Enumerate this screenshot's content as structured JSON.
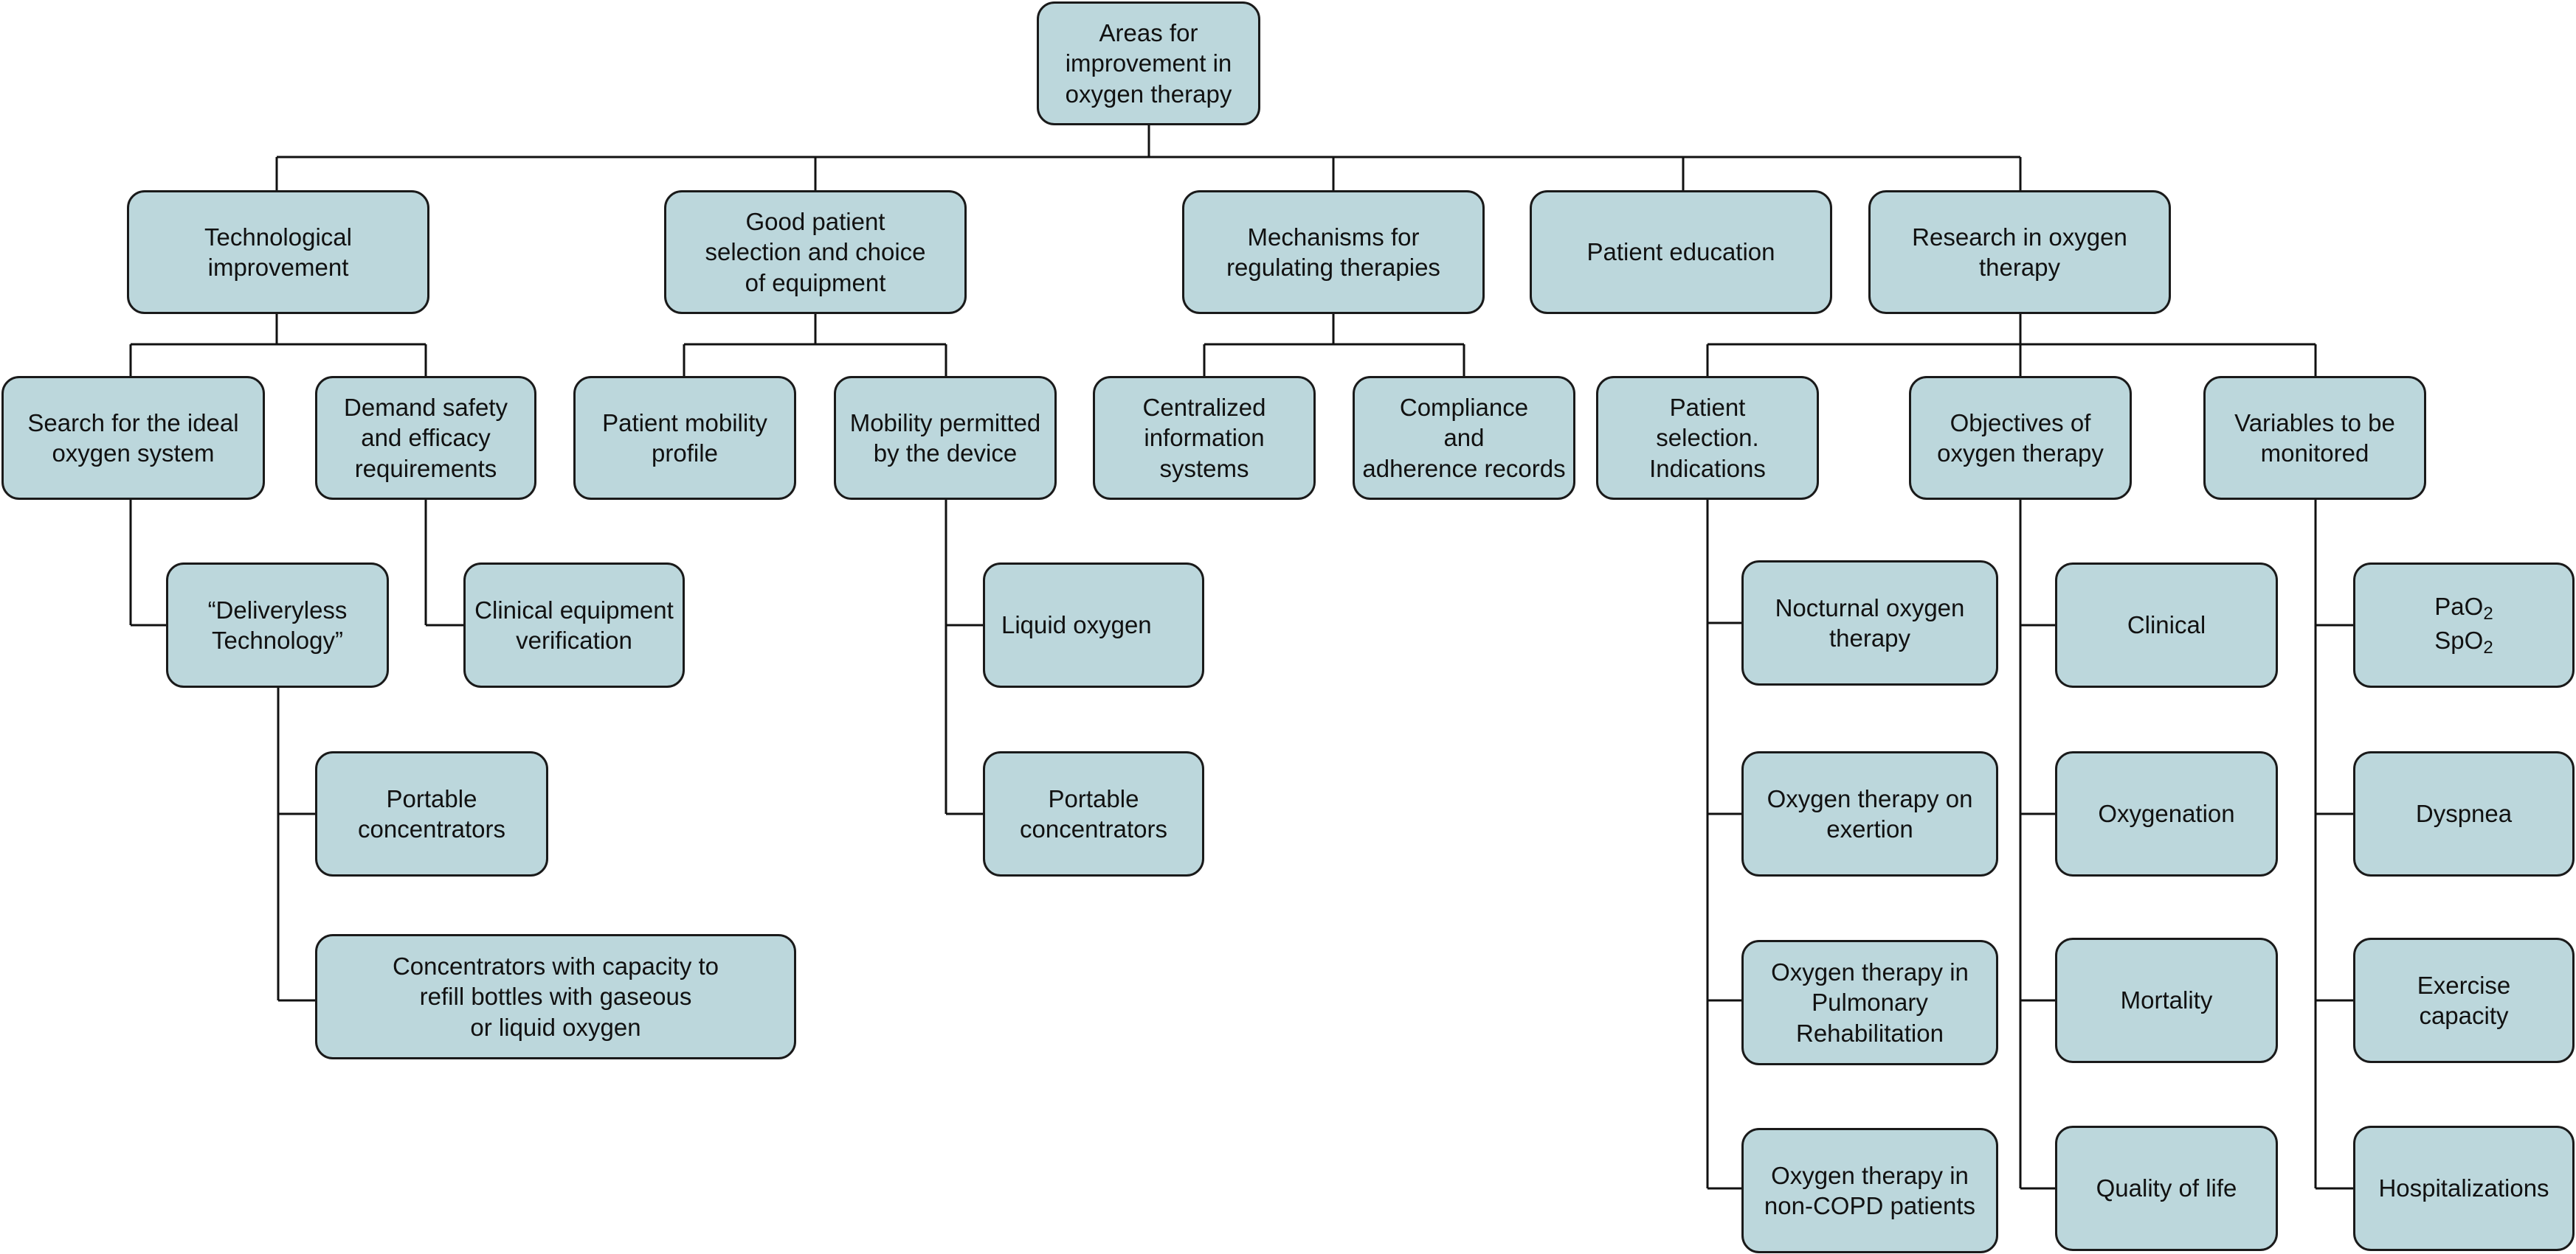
{
  "root": "Areas for\nimprovement in\noxygen therapy",
  "level1": {
    "tech": "Technological\nimprovement",
    "selection": "Good patient\nselection and choice\nof equipment",
    "mechanisms": "Mechanisms for\nregulating therapies",
    "education": "Patient education",
    "research": "Research in oxygen\ntherapy"
  },
  "level2": {
    "ideal": "Search for the ideal\noxygen system",
    "safety": "Demand safety\nand efficacy\nrequirements",
    "mobility_profile": "Patient mobility\nprofile",
    "mobility_device": "Mobility permitted\nby the device",
    "centralized": "Centralized\ninformation\nsystems",
    "compliance": "Compliance\nand\nadherence records",
    "indications": "Patient\nselection.\nIndications",
    "objectives": "Objectives of\noxygen therapy",
    "variables": "Variables to be\nmonitored"
  },
  "level3": {
    "deliveryless": "“Deliveryless\nTechnology”",
    "verification": "Clinical equipment\nverification",
    "liquid": "Liquid oxygen",
    "portable_b": "Portable\nconcentrators",
    "portable_a": "Portable\nconcentrators",
    "refill": "Concentrators with capacity to\nrefill bottles with gaseous\nor liquid oxygen"
  },
  "indications_items": [
    "Nocturnal oxygen\ntherapy",
    "Oxygen therapy on\nexertion",
    "Oxygen therapy in\nPulmonary\nRehabilitation",
    "Oxygen therapy in\nnon-COPD patients"
  ],
  "objectives_items": [
    "Clinical",
    "Oxygenation",
    "Mortality",
    "Quality of life"
  ],
  "variables_items": {
    "pao2_base": "PaO",
    "pao2_sub": "2",
    "spo2_base": "SpO",
    "spo2_sub": "2",
    "dyspnea": "Dyspnea",
    "exercise": "Exercise\ncapacity",
    "hospitalizations": "Hospitalizations"
  },
  "colors": {
    "box_fill": "#bcd7dc",
    "border": "#1a1a1a",
    "line": "#111111"
  }
}
